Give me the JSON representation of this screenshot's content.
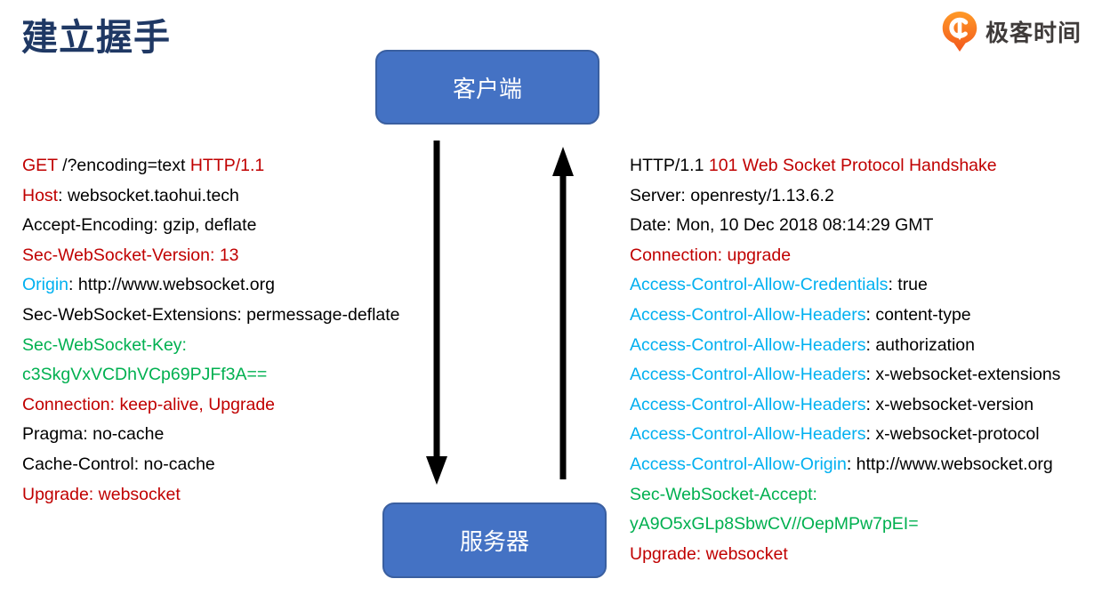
{
  "title": "建立握手",
  "logo": {
    "text": "极客时间",
    "icon": "geektime-pin-icon",
    "icon_color_top": "#FF9A28",
    "icon_color_bottom": "#F2571C",
    "text_color": "#3F3B3A"
  },
  "nodes": {
    "client_label": "客户端",
    "server_label": "服务器",
    "box_fill": "#4472C4",
    "box_border": "#3A5FA0",
    "label_color": "#FFFFFF"
  },
  "arrows": [
    {
      "name": "request-arrow",
      "direction": "down",
      "color": "#000000"
    },
    {
      "name": "response-arrow",
      "direction": "up",
      "color": "#000000"
    }
  ],
  "colors": {
    "red": "#C00000",
    "blue": "#00B0F0",
    "green": "#00B050",
    "black": "#000000",
    "title": "#1F3864"
  },
  "request": {
    "lines": [
      {
        "segments": [
          {
            "text": "GET",
            "color": "red"
          },
          {
            "text": " /?encoding=text ",
            "color": "black"
          },
          {
            "text": "HTTP/1.1",
            "color": "red"
          }
        ]
      },
      {
        "segments": [
          {
            "text": "Host",
            "color": "red"
          },
          {
            "text": ": websocket.taohui.tech",
            "color": "black"
          }
        ]
      },
      {
        "segments": [
          {
            "text": "Accept-Encoding: gzip, deflate",
            "color": "black"
          }
        ]
      },
      {
        "segments": [
          {
            "text": "Sec-WebSocket-Version: 13",
            "color": "red"
          }
        ]
      },
      {
        "segments": [
          {
            "text": "Origin",
            "color": "blue"
          },
          {
            "text": ": http://www.websocket.org",
            "color": "black"
          }
        ]
      },
      {
        "segments": [
          {
            "text": "Sec-WebSocket-Extensions: permessage-deflate",
            "color": "black"
          }
        ]
      },
      {
        "segments": [
          {
            "text": "Sec-WebSocket-Key:",
            "color": "green"
          }
        ]
      },
      {
        "segments": [
          {
            "text": "c3SkgVxVCDhVCp69PJFf3A==",
            "color": "green"
          }
        ]
      },
      {
        "segments": [
          {
            "text": "Connection: keep-alive, Upgrade",
            "color": "red"
          }
        ]
      },
      {
        "segments": [
          {
            "text": "Pragma: no-cache",
            "color": "black"
          }
        ]
      },
      {
        "segments": [
          {
            "text": "Cache-Control: no-cache",
            "color": "black"
          }
        ]
      },
      {
        "segments": [
          {
            "text": "Upgrade: websocket",
            "color": "red"
          }
        ]
      }
    ]
  },
  "response": {
    "lines": [
      {
        "segments": [
          {
            "text": "HTTP/1.1 ",
            "color": "black"
          },
          {
            "text": "101 Web Socket Protocol Handshake",
            "color": "red"
          }
        ]
      },
      {
        "segments": [
          {
            "text": "Server: openresty/1.13.6.2",
            "color": "black"
          }
        ]
      },
      {
        "segments": [
          {
            "text": "Date: Mon, 10 Dec 2018 08:14:29 GMT",
            "color": "black"
          }
        ]
      },
      {
        "segments": [
          {
            "text": "Connection: upgrade",
            "color": "red"
          }
        ]
      },
      {
        "segments": [
          {
            "text": "Access-Control-Allow-Credentials",
            "color": "blue"
          },
          {
            "text": ": true",
            "color": "black"
          }
        ]
      },
      {
        "segments": [
          {
            "text": "Access-Control-Allow-Headers",
            "color": "blue"
          },
          {
            "text": ": content-type",
            "color": "black"
          }
        ]
      },
      {
        "segments": [
          {
            "text": "Access-Control-Allow-Headers",
            "color": "blue"
          },
          {
            "text": ": authorization",
            "color": "black"
          }
        ]
      },
      {
        "segments": [
          {
            "text": "Access-Control-Allow-Headers",
            "color": "blue"
          },
          {
            "text": ": x-websocket-extensions",
            "color": "black"
          }
        ]
      },
      {
        "segments": [
          {
            "text": "Access-Control-Allow-Headers",
            "color": "blue"
          },
          {
            "text": ": x-websocket-version",
            "color": "black"
          }
        ]
      },
      {
        "segments": [
          {
            "text": "Access-Control-Allow-Headers",
            "color": "blue"
          },
          {
            "text": ": x-websocket-protocol",
            "color": "black"
          }
        ]
      },
      {
        "segments": [
          {
            "text": "Access-Control-Allow-Origin",
            "color": "blue"
          },
          {
            "text": ": http://www.websocket.org",
            "color": "black"
          }
        ]
      },
      {
        "segments": [
          {
            "text": "Sec-WebSocket-Accept:",
            "color": "green"
          }
        ]
      },
      {
        "segments": [
          {
            "text": "yA9O5xGLp8SbwCV//OepMPw7pEI=",
            "color": "green"
          }
        ]
      },
      {
        "segments": [
          {
            "text": "Upgrade: websocket",
            "color": "red"
          }
        ]
      }
    ]
  }
}
